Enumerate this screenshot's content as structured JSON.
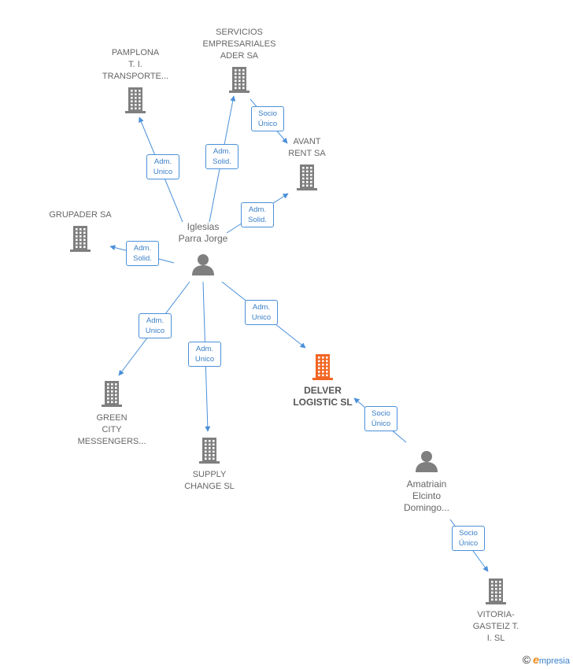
{
  "colors": {
    "edge": "#4a90d9",
    "company": "#7f7f7f",
    "highlight": "#f26522",
    "person": "#7f7f7f"
  },
  "companies": [
    {
      "id": "pamplona",
      "label": "PAMPLONA\nT. I.\nTRANSPORTE...",
      "highlight": false
    },
    {
      "id": "servicios",
      "label": "SERVICIOS\nEMPRESARIALES\nADER SA",
      "highlight": false
    },
    {
      "id": "avant",
      "label": "AVANT\nRENT SA",
      "highlight": false
    },
    {
      "id": "grupader",
      "label": "GRUPADER SA",
      "highlight": false
    },
    {
      "id": "green",
      "label": "GREEN\nCITY\nMESSENGERS...",
      "highlight": false
    },
    {
      "id": "supply",
      "label": "SUPPLY\nCHANGE  SL",
      "highlight": false
    },
    {
      "id": "delver",
      "label": "DELVER\nLOGISTIC  SL",
      "highlight": true
    },
    {
      "id": "vitoria",
      "label": "VITORIA-\nGASTEIZ T.\nI. SL",
      "highlight": false
    }
  ],
  "persons": [
    {
      "id": "iglesias",
      "label": "Iglesias\nParra Jorge"
    },
    {
      "id": "amatriain",
      "label": "Amatriain\nElcinto\nDomingo..."
    }
  ],
  "relations": [
    {
      "from": "iglesias",
      "to": "pamplona",
      "label": "Adm.\nUnico"
    },
    {
      "from": "iglesias",
      "to": "servicios",
      "label": "Adm.\nSolid."
    },
    {
      "from": "servicios",
      "to": "avant",
      "label": "Socio\nÚnico"
    },
    {
      "from": "iglesias",
      "to": "avant",
      "label": "Adm.\nSolid."
    },
    {
      "from": "iglesias",
      "to": "grupader",
      "label": "Adm.\nSolid."
    },
    {
      "from": "iglesias",
      "to": "green",
      "label": "Adm.\nUnico"
    },
    {
      "from": "iglesias",
      "to": "supply",
      "label": "Adm.\nUnico"
    },
    {
      "from": "iglesias",
      "to": "delver",
      "label": "Adm.\nUnico"
    },
    {
      "from": "amatriain",
      "to": "delver",
      "label": "Socio\nÚnico"
    },
    {
      "from": "amatriain",
      "to": "vitoria",
      "label": "Socio\nÚnico"
    }
  ],
  "brand": {
    "copyright": "©",
    "initial": "e",
    "name": "mpresia"
  }
}
